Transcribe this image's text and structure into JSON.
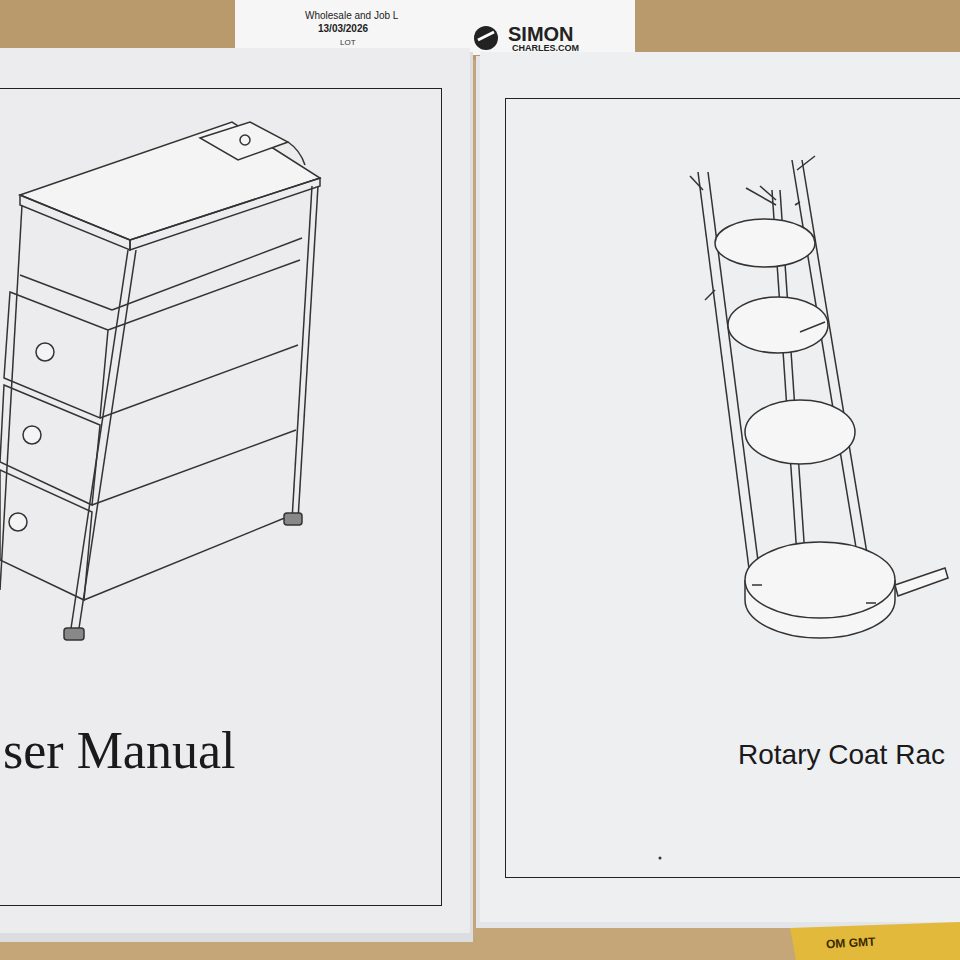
{
  "diagram": {
    "nodes": [
      {
        "text": [
          "ser Manual"
        ]
      },
      {
        "text": [
          "Rotary Coat Rac"
        ]
      }
    ],
    "labels": [
      "Wholesale and Job L",
      "13/03/2026",
      "LOT",
      "SIMON",
      "CHARLES.COM",
      "OM GMT"
    ]
  }
}
